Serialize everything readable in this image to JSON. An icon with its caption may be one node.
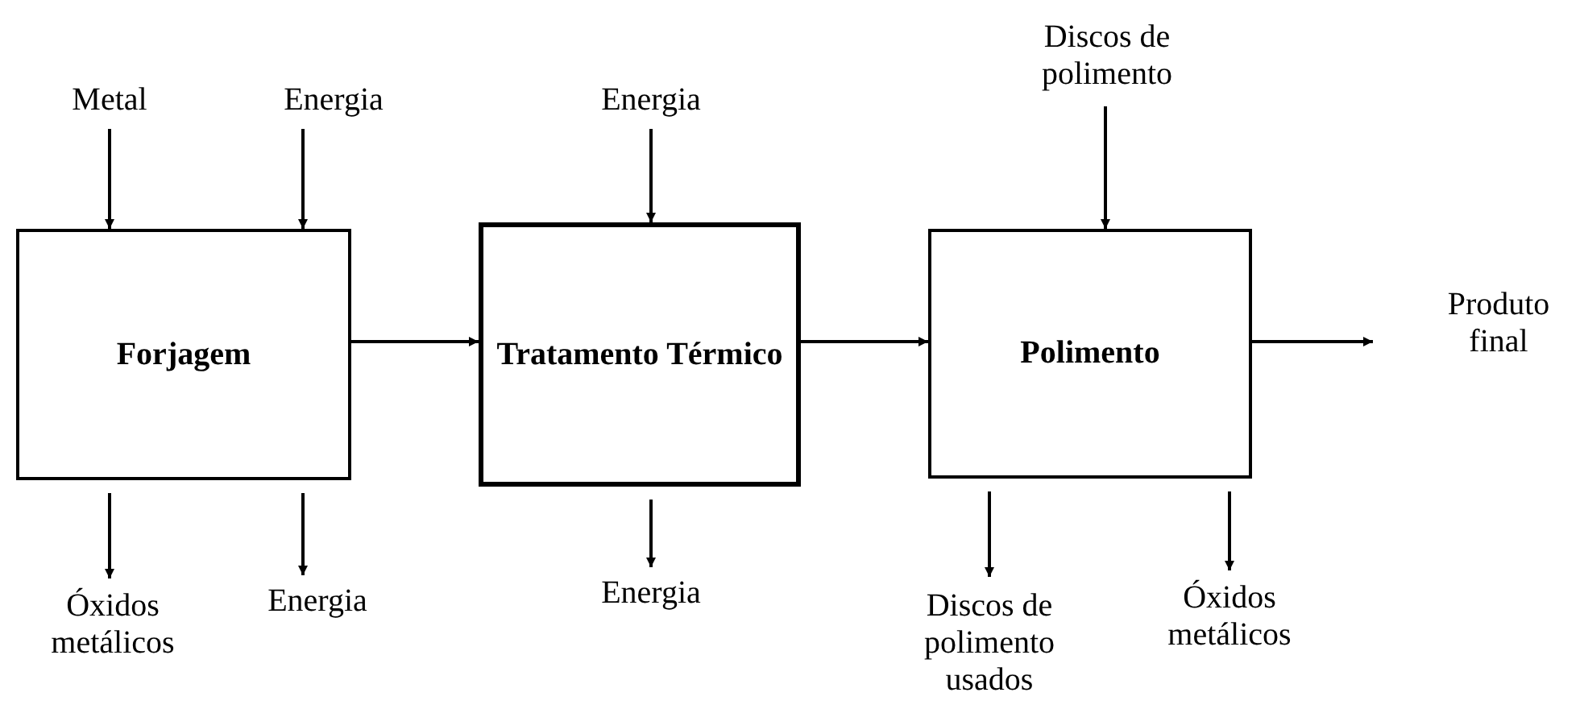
{
  "diagram": {
    "nodes": [
      {
        "text": [
          "Metal"
        ]
      },
      {
        "text": [
          "Energia"
        ]
      },
      {
        "text": [
          "Energia"
        ]
      },
      {
        "text": [
          "Discos de polimento"
        ]
      },
      {
        "text": [
          "Forjagem"
        ]
      },
      {
        "text": [
          "Tratamento Térmico"
        ]
      },
      {
        "text": [
          "Polimento"
        ]
      },
      {
        "text": [
          "Produto final"
        ]
      },
      {
        "text": [
          "Óxidos metálicos"
        ]
      },
      {
        "text": [
          "Energia"
        ]
      },
      {
        "text": [
          "Energia"
        ]
      },
      {
        "text": [
          "Discos de polimento usados"
        ]
      },
      {
        "text": [
          "Óxidos metálicos"
        ]
      }
    ],
    "edges": [
      {
        "from": 0,
        "to": 4,
        "arrow": "to"
      },
      {
        "from": 1,
        "to": 4,
        "arrow": "to"
      },
      {
        "from": 2,
        "to": 5,
        "arrow": "to"
      },
      {
        "from": 3,
        "to": 6,
        "arrow": "to"
      },
      {
        "from": 4,
        "to": 5,
        "arrow": "to"
      },
      {
        "from": 5,
        "to": 6,
        "arrow": "to"
      },
      {
        "from": 6,
        "to": 7,
        "arrow": "to"
      },
      {
        "from": 4,
        "to": 8,
        "arrow": "to"
      },
      {
        "from": 4,
        "to": 9,
        "arrow": "to"
      },
      {
        "from": 5,
        "to": 10,
        "arrow": "to"
      },
      {
        "from": 6,
        "to": 11,
        "arrow": "to"
      },
      {
        "from": 6,
        "to": 12,
        "arrow": "to"
      }
    ]
  }
}
